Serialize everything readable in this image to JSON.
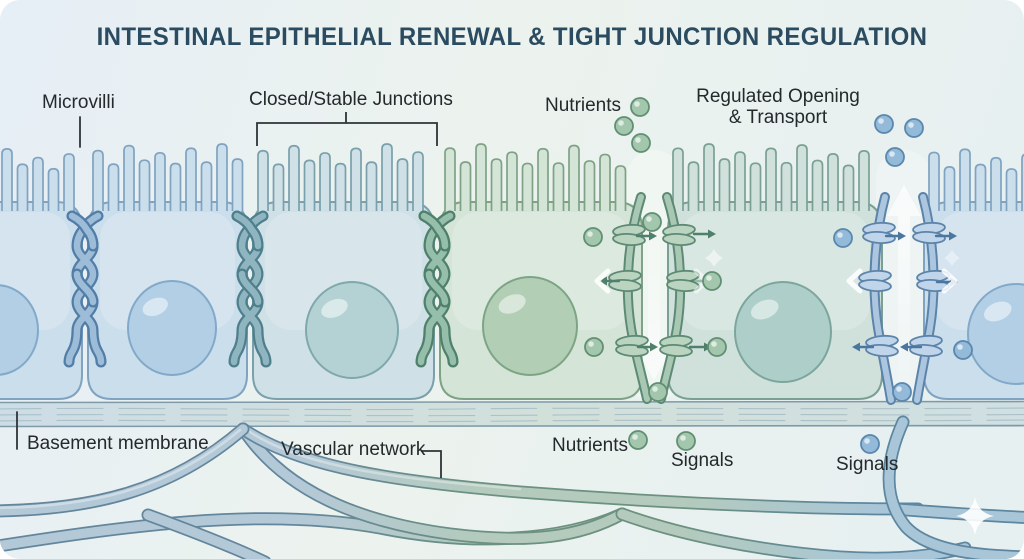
{
  "title": "INTESTINAL EPITHELIAL RENEWAL & TIGHT JUNCTION REGULATION",
  "labels": {
    "microvilli": "Microvilli",
    "closed_junctions": "Closed/Stable Junctions",
    "nutrients_top": "Nutrients",
    "regulated_opening_line1": "Regulated Opening",
    "regulated_opening_line2": "& Transport",
    "basement_membrane": "Basement membrane",
    "vascular_network": "Vascular network",
    "nutrients_bottom": "Nutrients",
    "signals_left": "Signals",
    "signals_right": "Signals"
  },
  "colors": {
    "canvas_bg_left": "#e6eef6",
    "canvas_bg_mid": "#ecf3ee",
    "canvas_bg_right": "#e7f0f1",
    "title": "#2b4c60",
    "label": "#24292c",
    "leader": "#2e3438",
    "cells": {
      "blue": {
        "fill": "#cbdeec",
        "outline": "#7fa3c0",
        "nucleus": "#b2cfe6",
        "nucleus_outline": "#82a9c9"
      },
      "teal": {
        "fill": "#cfe0e6",
        "outline": "#7aa0ac",
        "nucleus": "#b4d2d4",
        "nucleus_outline": "#7fa8ac"
      },
      "green": {
        "fill": "#d4e4d6",
        "outline": "#7fa287",
        "nucleus": "#b2cfb6",
        "nucleus_outline": "#7da585"
      },
      "tealgreen": {
        "fill": "#d0e1dc",
        "outline": "#7aa094",
        "nucleus": "#aecfc9",
        "nucleus_outline": "#7ca69c"
      }
    },
    "braid": {
      "blue": {
        "fill": "#9cbcd8",
        "outline": "#527da6"
      },
      "teal": {
        "fill": "#8fb6c0",
        "outline": "#4f7f8c"
      },
      "green": {
        "fill": "#96bfab",
        "outline": "#4f806b"
      }
    },
    "strand": {
      "green": {
        "fill": "#a9c8b4",
        "outline": "#5d8a74",
        "knot": "#bad4c0"
      },
      "blue": {
        "fill": "#abc6de",
        "outline": "#5c84aa",
        "knot": "#c0d5ea"
      }
    },
    "dot": {
      "green": {
        "fill": "#a2c7ac",
        "outline": "#628f74"
      },
      "blue": {
        "fill": "#93bad9",
        "outline": "#5b87ad"
      }
    },
    "membrane": {
      "fill_left": "#cddde6",
      "fill_right": "#d2e0da",
      "line": "#7e9aa9",
      "fiber": "#a7bcc4"
    },
    "vessel": {
      "blue": "#b4c9d7",
      "green": "#b3cabc",
      "teal": "#a8c6d8",
      "outline_blue": "#64869c",
      "outline_green": "#6d9180",
      "outline_teal": "#5d86a0"
    },
    "arrow_green": "#4f806b",
    "arrow_blue": "#4a76a0"
  }
}
